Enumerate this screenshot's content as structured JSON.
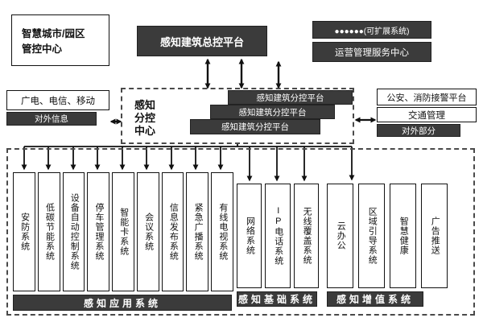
{
  "top": {
    "control_center": "智慧城市/园区\n管控中心",
    "master_platform": "感知建筑总控平台",
    "expandable_system": "●●●●●●(可扩展系统)",
    "operation_center": "运营管理服务中心"
  },
  "middle": {
    "telecom_box": "广电、电信、移动",
    "external_info_bar": "对外信息",
    "sub_center_label": "感知\n分控\n中心",
    "sub_platforms": [
      "感知建筑分控平台",
      "感知建筑分控平台",
      "感知建筑分控平台"
    ],
    "police_fire_box": "公安、消防接警平台",
    "traffic_box": "交通管理",
    "external_part_bar": "对外部分"
  },
  "bottom": {
    "groups": [
      {
        "label": "感知应用系统",
        "items": [
          "安防系统",
          "低碳节能系统",
          "设备自动控制系统",
          "停车管理系统",
          "智能卡系统",
          "会议系统",
          "信息发布系统",
          "紧急广播系统",
          "有线电视系统"
        ]
      },
      {
        "label": "感知基础系统",
        "items": [
          "网络系统",
          "IP电话系统",
          "无线覆盖系统"
        ]
      },
      {
        "label": "感知增值系统",
        "items": [
          "云办公",
          "区域引导系统",
          "智慧健康",
          "广告推送"
        ]
      }
    ]
  },
  "colors": {
    "dark_box": "#3b3b3b",
    "line": "#111111"
  }
}
